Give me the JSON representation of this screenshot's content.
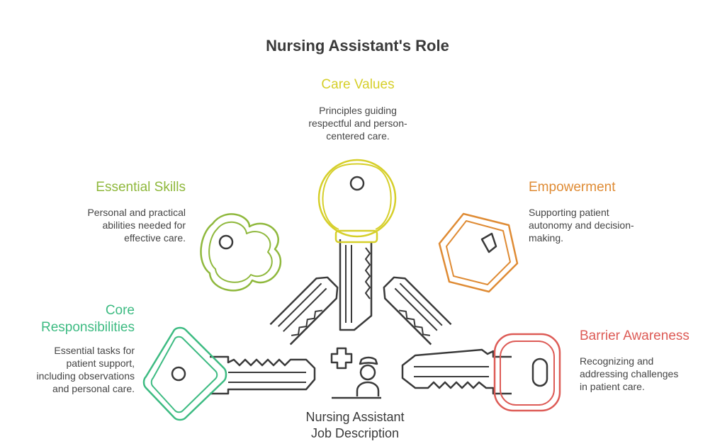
{
  "title": "Nursing Assistant's Role",
  "center_label": "Nursing Assistant\nJob Description",
  "colors": {
    "care": "#d6cf2a",
    "skills": "#8fb83c",
    "empower": "#df8b34",
    "core": "#3dbb82",
    "barrier": "#dd5b56",
    "key_shaft": "#3a3a3a"
  },
  "items": {
    "care_values": {
      "title": "Care Values",
      "desc": "Principles guiding\nrespectful and person-\ncentered care."
    },
    "essential_skills": {
      "title": "Essential Skills",
      "desc": "Personal and practical\nabilities needed for\neffective care."
    },
    "empowerment": {
      "title": "Empowerment",
      "desc": "Supporting patient\nautonomy and decision-\nmaking."
    },
    "core_responsibilities": {
      "title": "Core\nResponsibilities",
      "desc": "Essential tasks for\npatient support,\nincluding observations\nand personal care."
    },
    "barrier_awareness": {
      "title": "Barrier Awareness",
      "desc": "Recognizing and\naddressing challenges\nin patient care."
    }
  },
  "icons": {
    "center": "nurse-with-cross-icon",
    "keys": [
      "diamond-key-icon",
      "clover-key-icon",
      "round-key-icon",
      "hexagon-key-icon",
      "oval-key-icon"
    ]
  }
}
